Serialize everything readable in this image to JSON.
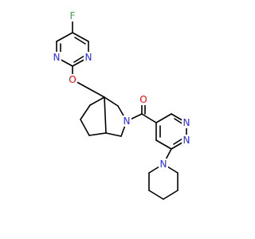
{
  "diagram": {
    "type": "skeletal-structure",
    "colors": {
      "bond": "#000000",
      "nitrogen": "#2a2aff",
      "oxygen": "#ff0000",
      "fluorine": "#33aa33",
      "background": "#ffffff"
    },
    "atom_labels": {
      "fluorine": "F",
      "pyrimidine_n1": "N",
      "pyrimidine_n2": "N",
      "ether_oxygen": "O",
      "amide_nitrogen": "N",
      "carbonyl_oxygen": "O",
      "pyridazine_n1": "N",
      "pyridazine_n2": "N",
      "piperidine_nitrogen": "N"
    }
  }
}
